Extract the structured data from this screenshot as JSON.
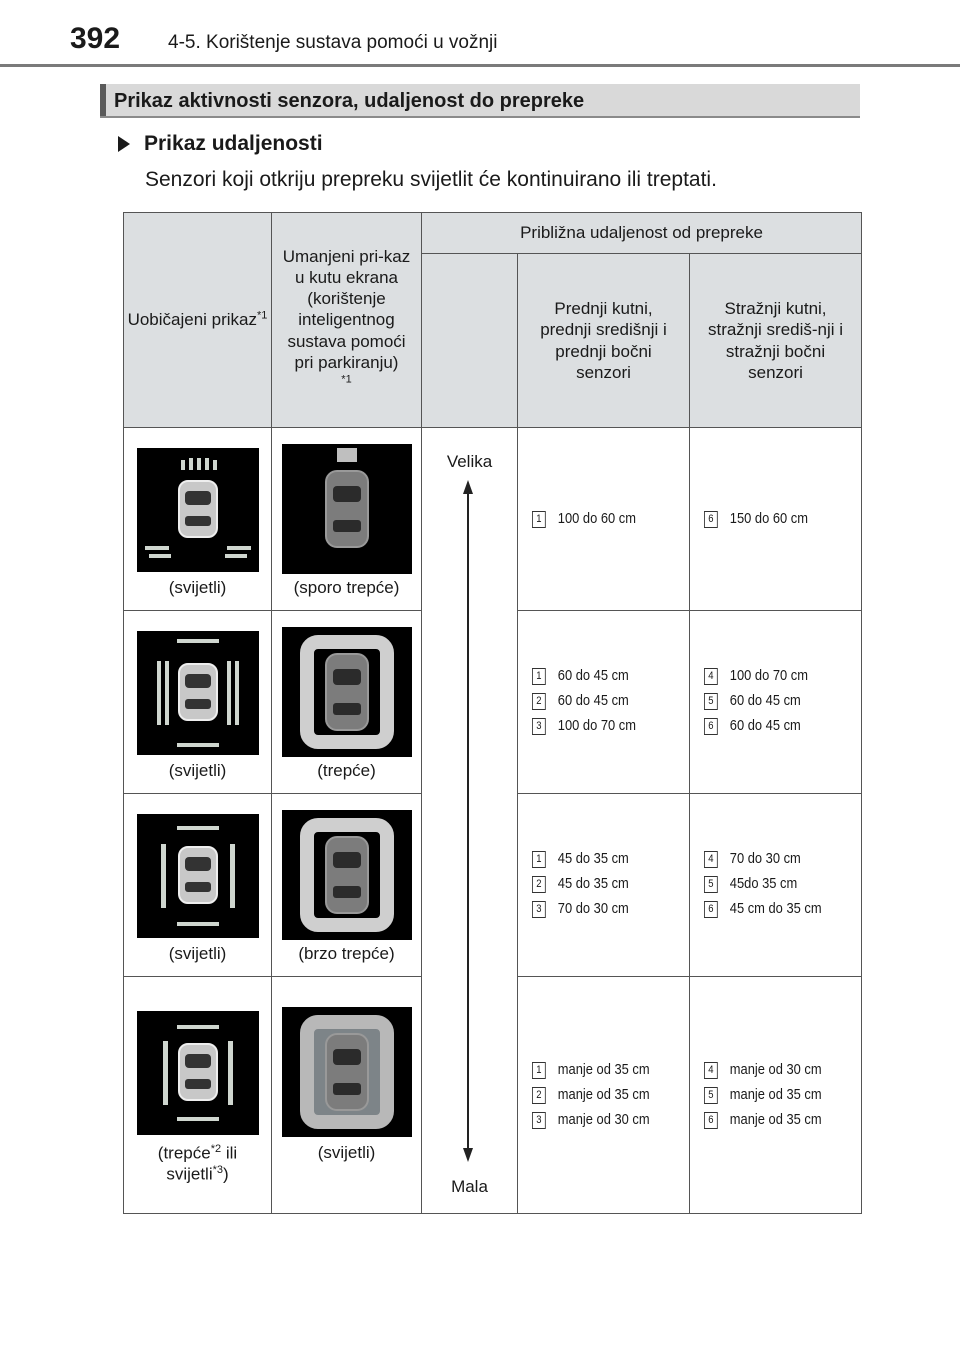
{
  "header": {
    "page_number": "392",
    "chapter": "4-5. Korištenje sustava pomoći u vožnji"
  },
  "section": {
    "title": "Prikaz aktivnosti senzora, udaljenost do prepreke",
    "subheading": "Prikaz udaljenosti",
    "intro": "Senzori koji otkriju prepreku svijetlit će kontinuirano ili treptati."
  },
  "table": {
    "col1_header": "Uobičajeni prikaz",
    "col1_sup": "*1",
    "col2_header": "Umanjeni pri-kaz u kutu ekrana (korištenje inteligentnog sustava pomoći pri parkiranju)",
    "col2_sup": "*1",
    "distance_header": "Približna udaljenost od prepreke",
    "front_header": "Prednji kutni, prednji središnji i prednji bočni senzori",
    "rear_header": "Stražnji kutni, stražnji središ-nji i stražnji bočni senzori",
    "arrow_top": "Velika",
    "arrow_bottom": "Mala",
    "rows": [
      {
        "caption1": "(svijetli)",
        "caption2": "(sporo trepće)",
        "front": [
          {
            "n": "1",
            "text": "100  do 60 cm"
          }
        ],
        "rear": [
          {
            "n": "6",
            "text": "150 do 60 cm"
          }
        ]
      },
      {
        "caption1": "(svijetli)",
        "caption2": "(trepće)",
        "front": [
          {
            "n": "1",
            "text": "60 do 45 cm"
          },
          {
            "n": "2",
            "text": "60 do 45 cm"
          },
          {
            "n": "3",
            "text": "100 do 70 cm"
          }
        ],
        "rear": [
          {
            "n": "4",
            "text": "100 do 70 cm"
          },
          {
            "n": "5",
            "text": "60 do 45 cm"
          },
          {
            "n": "6",
            "text": "60 do 45 cm"
          }
        ]
      },
      {
        "caption1": "(svijetli)",
        "caption2": "(brzo trepće)",
        "front": [
          {
            "n": "1",
            "text": "45 do 35 cm"
          },
          {
            "n": "2",
            "text": "45 do 35 cm"
          },
          {
            "n": "3",
            "text": "70 do 30 cm"
          }
        ],
        "rear": [
          {
            "n": "4",
            "text": "70 do 30 cm"
          },
          {
            "n": "5",
            "text": "45do 35 cm"
          },
          {
            "n": "6",
            "text": "45 cm do 35 cm"
          }
        ]
      },
      {
        "caption1a": "(trepće",
        "caption1_sup1": "*2",
        "caption1b": " ili",
        "caption1c": "svijetli",
        "caption1_sup2": "*3",
        "caption1d": ")",
        "caption2": "(svijetli)",
        "front": [
          {
            "n": "1",
            "text": "manje od 35 cm"
          },
          {
            "n": "2",
            "text": "manje od 35 cm"
          },
          {
            "n": "3",
            "text": "manje od 30 cm"
          }
        ],
        "rear": [
          {
            "n": "4",
            "text": "manje od 30 cm"
          },
          {
            "n": "5",
            "text": "manje od 35 cm"
          },
          {
            "n": "6",
            "text": "manje od 35 cm"
          }
        ]
      }
    ]
  }
}
